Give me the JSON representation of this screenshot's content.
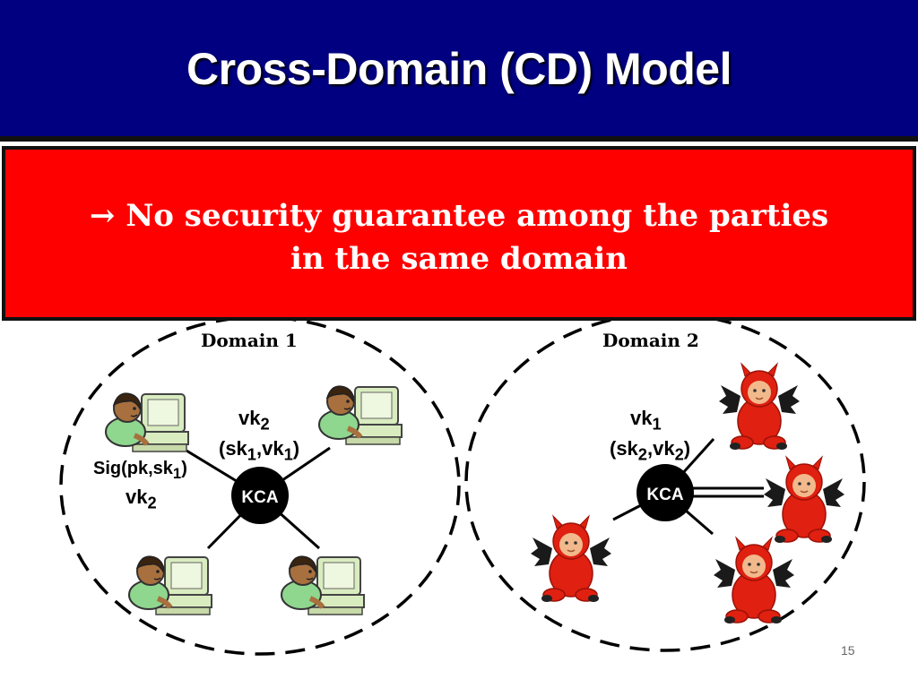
{
  "slide": {
    "title": "Cross-Domain (CD) Model",
    "banner": {
      "arrow": "→",
      "line1": "No security guarantee among the parties",
      "line2": "in the same domain"
    },
    "page_number": "15"
  },
  "domain1": {
    "label": "Domain 1",
    "kca_label": "KCA",
    "key_label": {
      "main": "vk",
      "sub": "2"
    },
    "pair_label": {
      "open": "(sk",
      "sub1": "1",
      "mid": ",vk",
      "sub2": "1",
      "close": ")"
    },
    "sig_label": {
      "pre": "Sig(pk,sk",
      "sub": "1",
      "post": ")"
    },
    "vk_label": {
      "main": "vk",
      "sub": "2"
    }
  },
  "domain2": {
    "label": "Domain 2",
    "kca_label": "KCA",
    "key_label": {
      "main": "vk",
      "sub": "1"
    },
    "pair_label": {
      "open": "(sk",
      "sub1": "2",
      "mid": ",vk",
      "sub2": "2",
      "close": ")"
    }
  },
  "colors": {
    "title_bg": "#000080",
    "banner_bg": "#ff0000",
    "devil": "#e02010",
    "skin": "#f2b98c",
    "monitor": "#d9ecc0",
    "shirt": "#8fd68f"
  },
  "icons": [
    "user-at-computer-icon",
    "devil-baby-icon"
  ]
}
